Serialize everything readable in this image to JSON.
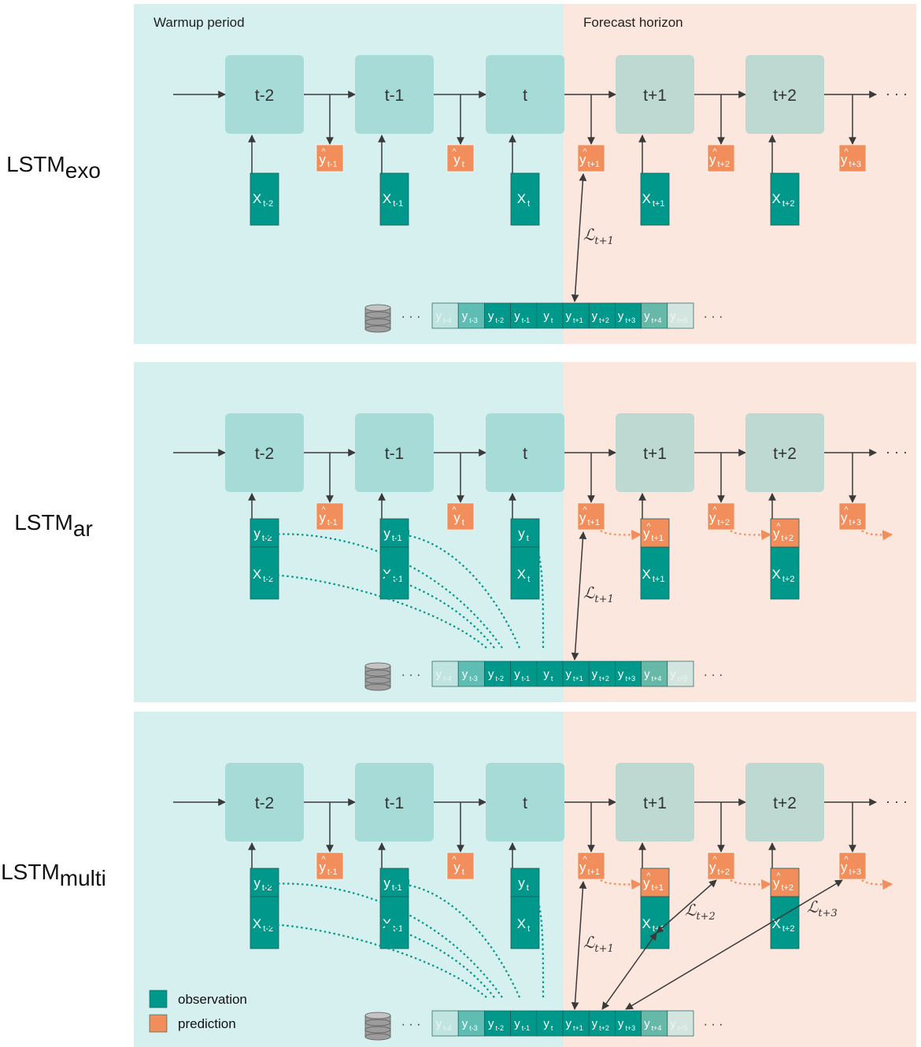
{
  "phases": {
    "warmup": "Warmup period",
    "forecast": "Forecast horizon"
  },
  "colors": {
    "warmup_bg": "#d6f0ef",
    "forecast_bg": "#fce7de",
    "warm_cell": "#a6dbd7",
    "fore_cell": "#bdd9d2",
    "observation": "#00988a",
    "prediction": "#f28e5c",
    "arrow": "#3a3a3a"
  },
  "cells": [
    "t-2",
    "t-1",
    "t",
    "t+1",
    "t+2"
  ],
  "ellipsis": "· · ·",
  "panels": [
    {
      "id": "exo",
      "label_main": "LSTM",
      "label_sub": "exo"
    },
    {
      "id": "ar",
      "label_main": "LSTM",
      "label_sub": "ar"
    },
    {
      "id": "multi",
      "label_main": "LSTM",
      "label_sub": "multi"
    }
  ],
  "x_inputs": [
    {
      "base": "X",
      "sub": "t-2"
    },
    {
      "base": "X",
      "sub": "t-1"
    },
    {
      "base": "X",
      "sub": "t"
    },
    {
      "base": "X",
      "sub": "t+1"
    },
    {
      "base": "X",
      "sub": "t+2"
    }
  ],
  "y_inputs": [
    {
      "base": "y",
      "sub": "t-2"
    },
    {
      "base": "y",
      "sub": "t-1"
    },
    {
      "base": "y",
      "sub": "t"
    }
  ],
  "predictions": [
    {
      "base": "y",
      "hat": "^",
      "sub": "t-1"
    },
    {
      "base": "y",
      "hat": "^",
      "sub": "t"
    },
    {
      "base": "y",
      "hat": "^",
      "sub": "t+1"
    },
    {
      "base": "y",
      "hat": "^",
      "sub": "t+2"
    },
    {
      "base": "y",
      "hat": "^",
      "sub": "t+3"
    }
  ],
  "sequence": [
    {
      "base": "y",
      "sub": "t-4"
    },
    {
      "base": "y",
      "sub": "t-3"
    },
    {
      "base": "y",
      "sub": "t-2"
    },
    {
      "base": "y",
      "sub": "t-1"
    },
    {
      "base": "y",
      "sub": "t"
    },
    {
      "base": "y",
      "sub": "t+1"
    },
    {
      "base": "y",
      "sub": "t+2"
    },
    {
      "base": "y",
      "sub": "t+3"
    },
    {
      "base": "y",
      "sub": "t+4"
    },
    {
      "base": "y",
      "sub": "t+5"
    }
  ],
  "losses": [
    {
      "sym": "ℒ",
      "sub": "t+1"
    },
    {
      "sym": "ℒ",
      "sub": "t+2"
    },
    {
      "sym": "ℒ",
      "sub": "t+3"
    }
  ],
  "legend": [
    {
      "label": "observation",
      "color": "#00988a"
    },
    {
      "label": "prediction",
      "color": "#f28e5c"
    }
  ]
}
